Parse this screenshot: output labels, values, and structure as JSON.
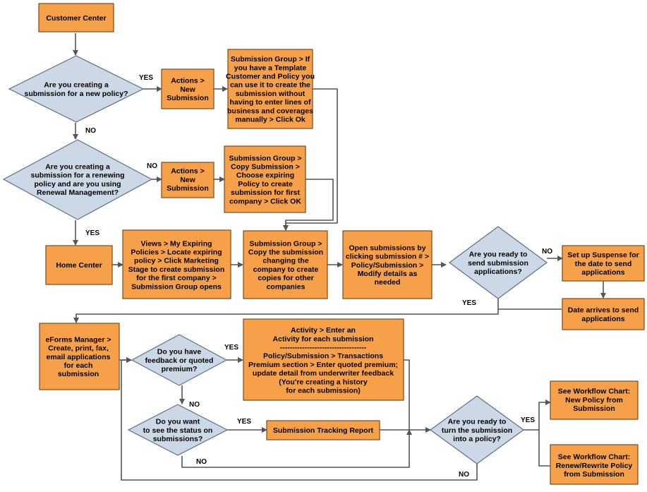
{
  "nodes": {
    "customer_center": [
      "Customer Center"
    ],
    "q_new_policy": [
      "Are you creating a",
      "submission for a new policy?"
    ],
    "actions_new_1": [
      "Actions >",
      "New",
      "Submission"
    ],
    "template_group": [
      "Submission Group > If",
      "you have a Template",
      "Customer and Policy you",
      "can use it to create the",
      "submission without",
      "having to enter lines of",
      "business and coverages",
      "manually > Click Ok"
    ],
    "q_renewing": [
      "Are you creating a",
      "submission for a renewing",
      "policy and are you using",
      "Renewal Management?"
    ],
    "actions_new_2": [
      "Actions >",
      "New",
      "Submission"
    ],
    "copy_submission": [
      "Submission Group >",
      "Copy Submission >",
      "Choose expiring",
      "Policy to create",
      "submission for first",
      "company > Click OK"
    ],
    "home_center": [
      "Home Center"
    ],
    "views_expiring": [
      "Views > My Expiring",
      "Policies > Locate expiring",
      "policy > Click Marketing",
      "Stage to create submission",
      "for the first company >",
      "Submission Group opens"
    ],
    "copy_companies": [
      "Submission Group >",
      "Copy the submission",
      "changing the",
      "company to create",
      "copies for other",
      "companies"
    ],
    "open_submissions": [
      "Open submissions by",
      "clicking submission # >",
      "Policy/Submission >",
      "Modify details as",
      "needed"
    ],
    "q_ready_send": [
      "Are you ready to",
      "send submission",
      "applications?"
    ],
    "suspense": [
      "Set up Suspense for",
      "the date to send",
      "applications"
    ],
    "date_arrives": [
      "Date arrives to send",
      "applications"
    ],
    "eforms": [
      "eForms Manager >",
      "Create, print, fax,",
      "email applications",
      "for each",
      "submission"
    ],
    "q_feedback": [
      "Do you have",
      "feedback or quoted",
      "premium?"
    ],
    "activity": [
      "Activity > Enter an",
      "Activity for each submission",
      "-----------------------------------",
      "Policy/Submission > Transactions",
      "Premium section > Enter quoted premium;",
      "update detail from underwriter feedback",
      "(You're creating a history",
      "for each submission)"
    ],
    "q_status": [
      "Do you want",
      "to see the status on",
      "submissions?"
    ],
    "tracking_report": [
      "Submission Tracking Report"
    ],
    "q_turn_policy": [
      "Are you ready to",
      "turn the submission",
      "into a policy?"
    ],
    "new_policy_chart": [
      "See Workflow Chart:",
      "New Policy from",
      "Submission"
    ],
    "renew_chart": [
      "See Workflow Chart:",
      "Renew/Rewrite Policy",
      "from Submission"
    ]
  },
  "edge_labels": {
    "yes_new": "YES",
    "no_new": "NO",
    "no_renewing": "NO",
    "yes_renewing": "YES",
    "no_send": "NO",
    "yes_send": "YES",
    "yes_feedback": "YES",
    "no_feedback": "NO",
    "yes_status": "YES",
    "no_status": "NO",
    "yes_turn": "YES",
    "no_turn": "NO"
  },
  "colors": {
    "process_fill": "#f7a04a",
    "decision_fill": "#cdd8e6",
    "connector": "#555555"
  }
}
